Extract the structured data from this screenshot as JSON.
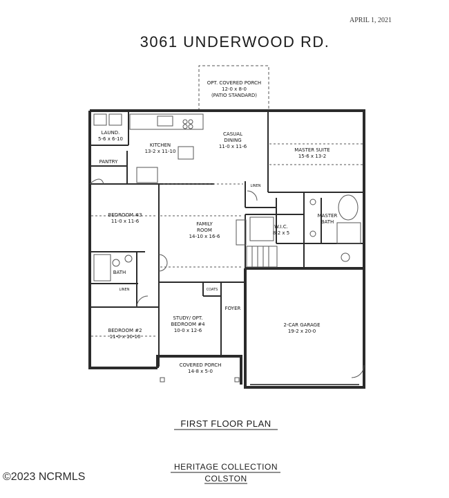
{
  "header": {
    "date": "APRIL 1, 2021",
    "address": "3061 UNDERWOOD RD."
  },
  "rooms": {
    "patio": {
      "name": "OPT. COVERED PORCH",
      "dims": "12-0 x 8-0",
      "note": "(PATIO STANDARD)"
    },
    "laundry": {
      "name": "LAUND.",
      "dims": "5-6 x 6-10"
    },
    "pantry": {
      "name": "PANTRY"
    },
    "kitchen": {
      "name": "KITCHEN",
      "dims": "13-2 x 11-10"
    },
    "casual_dining": {
      "name": "CASUAL DINING",
      "dims": "11-0 x 11-6"
    },
    "master_suite": {
      "name": "MASTER SUITE",
      "dims": "15-6 x 13-2"
    },
    "bedroom3": {
      "name": "BEDROOM #3",
      "dims": "11-0 x 11-6"
    },
    "family_room": {
      "name": "FAMILY ROOM",
      "dims": "14-10 x 16-6"
    },
    "linen1": {
      "name": "LINEN"
    },
    "linen2": {
      "name": "LINEN"
    },
    "wic": {
      "name": "W.I.C.",
      "dims": "8-2 x 5"
    },
    "master_bath": {
      "name": "MASTER BATH"
    },
    "bath": {
      "name": "BATH"
    },
    "coats": {
      "name": "COATS"
    },
    "foyer": {
      "name": "FOYER"
    },
    "bedroom2": {
      "name": "BEDROOM #2",
      "dims": "11-0 x 10-10"
    },
    "study": {
      "name": "STUDY/ OPT. BEDROOM #4",
      "dims": "10-0 x 12-6"
    },
    "garage": {
      "name": "2-CAR GARAGE",
      "dims": "19-2 x 20-0"
    },
    "front_porch": {
      "name": "COVERED PORCH",
      "dims": "14-8 x 5-0"
    }
  },
  "footer": {
    "plan_title": "FIRST FLOOR PLAN",
    "collection": "HERITAGE COLLECTION",
    "model": "COLSTON",
    "watermark": "©2023 NCRMLS"
  },
  "colors": {
    "line": "#2b2b2b",
    "thin": "#555555"
  }
}
